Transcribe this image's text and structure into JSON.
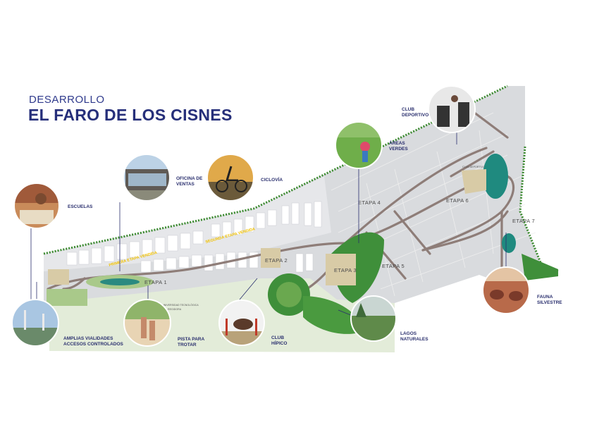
{
  "title": {
    "small": "DESARROLLO",
    "big": "EL FARO DE LOS CISNES"
  },
  "callouts": {
    "escuelas": "ESCUELAS",
    "oficina_line1": "OFICINA DE",
    "oficina_line2": "VENTAS",
    "ciclovia": "CICLOVÍA",
    "areas_line1": "ÁREAS",
    "areas_line2": "VERDES",
    "club_dep_line1": "CLUB",
    "club_dep_line2": "DEPORTIVO",
    "fauna_line1": "FAUNA",
    "fauna_line2": "SILVESTRE",
    "lagos_line1": "LAGOS",
    "lagos_line2": "NATURALES",
    "hipico_line1": "CLUB",
    "hipico_line2": "HÍPICO",
    "pista_line1": "PISTA PARA",
    "pista_line2": "TROTAR",
    "vialidades_line1": "AMPLIAS VIALIDADES",
    "vialidades_line2": "ACCESOS CONTROLADOS"
  },
  "map": {
    "etapa_1": "ETAPA 1",
    "etapa_2": "ETAPA 2",
    "etapa_3": "ETAPA 3",
    "etapa_4": "ETAPA 4",
    "etapa_5": "ETAPA 5",
    "etapa_6": "ETAPA 6",
    "etapa_7": "ETAPA 7",
    "primera_vendida": "PRIMERA ETAPA VENDIDA",
    "segunda_vendida": "SEGUNDA ETAPA VENDIDA",
    "universidad_line1": "UNIVERSIDAD TECNOLÓGICA",
    "universidad_line2": "REGIDORA",
    "club_deportivo_map": "CLUB DEPORTIVO"
  },
  "colors": {
    "title": "#262f7a",
    "lots": "#d9dbde",
    "roads": "#8e7d78",
    "green": "#3f8f3a",
    "lake": "#1f8a7f",
    "sold_label": "#f2c200",
    "leader_line": "#2a2f6e"
  }
}
